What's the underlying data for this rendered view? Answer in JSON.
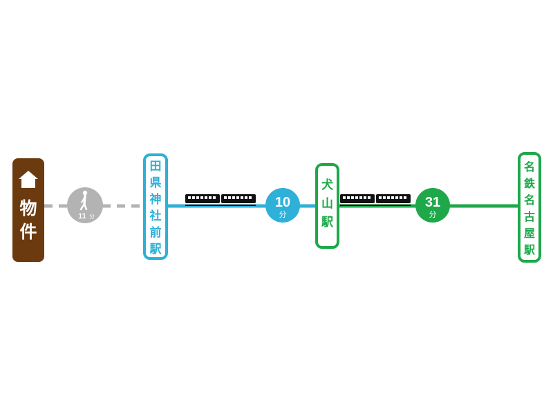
{
  "colors": {
    "property": "#6b3a0e",
    "walk": "#b3b3b3",
    "line_inuyama": "#2eb0d8",
    "line_nagoya": "#1ea84a",
    "train": "#111111"
  },
  "property": {
    "label_chars": [
      "物",
      "件"
    ],
    "icon": "house-icon"
  },
  "walk": {
    "icon": "walking-person-icon",
    "minutes": "11",
    "unit": "分"
  },
  "stations": [
    {
      "id": "tagata",
      "chars": [
        "田",
        "県",
        "神",
        "社",
        "前",
        "駅"
      ]
    },
    {
      "id": "inuyama",
      "chars": [
        "犬",
        "山",
        "駅"
      ]
    },
    {
      "id": "meitetsu-nagoya",
      "chars": [
        "名",
        "鉄",
        "名",
        "古",
        "屋",
        "駅"
      ]
    }
  ],
  "segments": [
    {
      "minutes": "10",
      "unit": "分",
      "icon": "train-icon"
    },
    {
      "minutes": "31",
      "unit": "分",
      "icon": "train-icon"
    }
  ]
}
